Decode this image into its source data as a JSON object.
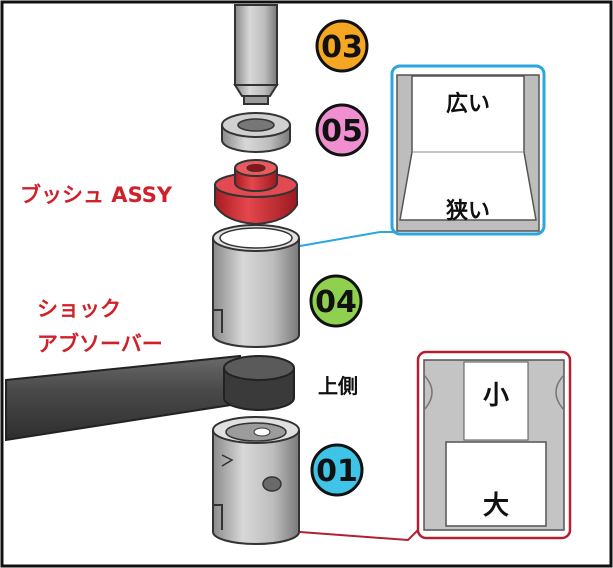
{
  "labels": {
    "bushing": "ブッシュ ASSY",
    "shock_line1": "ショック",
    "shock_line2": "アブソーバー",
    "upper_side": "上側"
  },
  "badges": [
    {
      "text": "03",
      "color": "#f5a623"
    },
    {
      "text": "05",
      "color": "#f08fd0"
    },
    {
      "text": "04",
      "color": "#8fd14f"
    },
    {
      "text": "01",
      "color": "#3fc3e6"
    }
  ],
  "callout_upper": {
    "wide": "広い",
    "narrow": "狭い",
    "border_color": "#2aa6e0"
  },
  "callout_lower": {
    "small": "小",
    "large": "大",
    "border_color": "#b22030"
  },
  "colors": {
    "label_red": "#d0202a",
    "frame": "#111111"
  }
}
